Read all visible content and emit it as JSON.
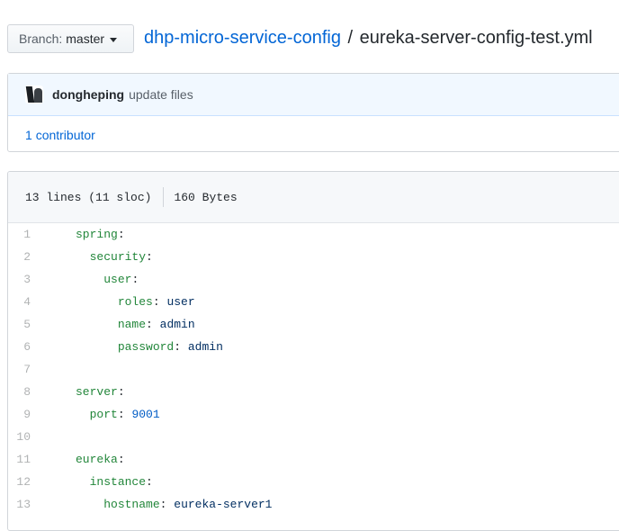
{
  "branch": {
    "label": "Branch:",
    "value": "master"
  },
  "breadcrumb": {
    "repo": "dhp-micro-service-config",
    "separator": "/",
    "file": "eureka-server-config-test.yml"
  },
  "commit": {
    "author": "dongheping",
    "message": "update files"
  },
  "contributors": {
    "count": "1",
    "label": "contributor"
  },
  "file_info": {
    "lines": "13 lines (11 sloc)",
    "size": "160 Bytes"
  },
  "code_lines": [
    {
      "num": "1",
      "indent": "",
      "key": "spring",
      "value": "",
      "value_type": ""
    },
    {
      "num": "2",
      "indent": "  ",
      "key": "security",
      "value": "",
      "value_type": ""
    },
    {
      "num": "3",
      "indent": "    ",
      "key": "user",
      "value": "",
      "value_type": ""
    },
    {
      "num": "4",
      "indent": "      ",
      "key": "roles",
      "value": "user",
      "value_type": "string"
    },
    {
      "num": "5",
      "indent": "      ",
      "key": "name",
      "value": "admin",
      "value_type": "string"
    },
    {
      "num": "6",
      "indent": "      ",
      "key": "password",
      "value": "admin",
      "value_type": "string"
    },
    {
      "num": "7",
      "indent": "",
      "key": "",
      "value": "",
      "value_type": ""
    },
    {
      "num": "8",
      "indent": "",
      "key": "server",
      "value": "",
      "value_type": ""
    },
    {
      "num": "9",
      "indent": "  ",
      "key": "port",
      "value": "9001",
      "value_type": "number"
    },
    {
      "num": "10",
      "indent": "",
      "key": "",
      "value": "",
      "value_type": ""
    },
    {
      "num": "11",
      "indent": "",
      "key": "eureka",
      "value": "",
      "value_type": ""
    },
    {
      "num": "12",
      "indent": "  ",
      "key": "instance",
      "value": "",
      "value_type": ""
    },
    {
      "num": "13",
      "indent": "    ",
      "key": "hostname",
      "value": "eureka-server1",
      "value_type": "string"
    }
  ],
  "colors": {
    "link": "#0366d6",
    "yaml_key": "#22863a",
    "yaml_string": "#032f62",
    "yaml_number": "#005cc5",
    "commit_bg": "#f1f8ff"
  }
}
